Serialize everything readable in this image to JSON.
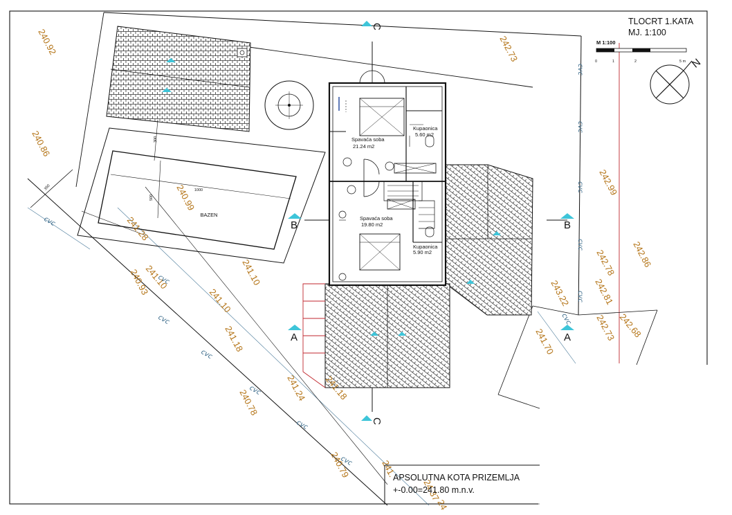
{
  "title": {
    "line1": "TLOCRT 1.KATA",
    "line2": "MJ. 1:100"
  },
  "scale_bar": {
    "label": "M 1:100",
    "ticks": [
      "0",
      "1",
      "2",
      "5 m"
    ]
  },
  "north_label": "N",
  "rooms": [
    {
      "name": "Spavaća soba",
      "area": "21.24 m2"
    },
    {
      "name": "Kupaonica",
      "area": "5.60 m2"
    },
    {
      "name": "Spavaća soba",
      "area": "19.80 m2"
    },
    {
      "name": "Kupaonica",
      "area": "5.90 m2"
    }
  ],
  "pool": {
    "label": "BAZEN",
    "dim_length": "1000",
    "dim_width": "500",
    "dim_gap": "300",
    "dim_side": "350"
  },
  "section_markers": {
    "a": "A",
    "b": "B",
    "c": "C"
  },
  "elevations": [
    "240.92",
    "242.73",
    "240.86",
    "240.99",
    "242.99",
    "241.28",
    "242.86",
    "242.78",
    "241.10",
    "242.81",
    "241.10",
    "243.22",
    "240.93",
    "242.73",
    "242.68",
    "241.10",
    "241.70",
    "241.18",
    "241.18",
    "241.24",
    "240.78",
    "240.79",
    "241.",
    "24.37",
    "24"
  ],
  "pipe_labels": [
    "cvc",
    "cvc",
    "cvc",
    "cvc",
    "cvc",
    "cvc",
    "cvc",
    "cvc",
    "cvc",
    "cvc",
    "cvc",
    "cvc",
    "cvc"
  ],
  "elevation_note": {
    "line1": "APSOLUTNA KOTA PRIZEMLJA",
    "line2": "+-0.00=241.80 m.n.v."
  }
}
